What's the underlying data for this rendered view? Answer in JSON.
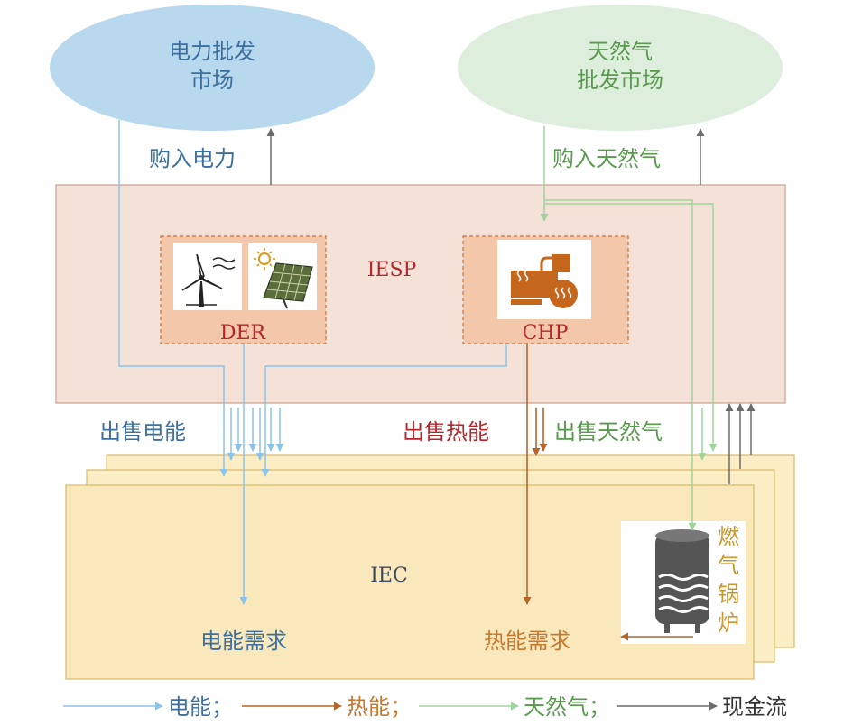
{
  "markets": {
    "electricity": "电力批发\n市场",
    "gas": "天然气\n批发市场"
  },
  "flows": {
    "buy_power": "购入电力",
    "buy_gas": "购入天然气",
    "sell_electricity": "出售电能",
    "sell_heat": "出售热能",
    "sell_gas": "出售天然气"
  },
  "nodes": {
    "iesp": "IESP",
    "der": "DER",
    "chp": "CHP",
    "iec": "IEC",
    "electric_demand": "电能需求",
    "heat_demand": "热能需求",
    "gas_boiler": "燃\n气\n锅\n炉"
  },
  "legend": {
    "electricity": "电能；",
    "heat": "热能；",
    "gas": "天然气；",
    "cash": "现金流"
  },
  "colors": {
    "electricity": "#8dc3e8",
    "heat": "#b5652a",
    "gas": "#9fd49a",
    "cash": "#6b6b6b",
    "blue_text": "#3d6f9e",
    "green_text": "#5a9a4e",
    "red_text": "#b3262c",
    "orange_text": "#c7782f"
  },
  "icons": [
    "wind-turbine-icon",
    "solar-panel-icon",
    "chp-generator-icon",
    "gas-boiler-icon"
  ]
}
